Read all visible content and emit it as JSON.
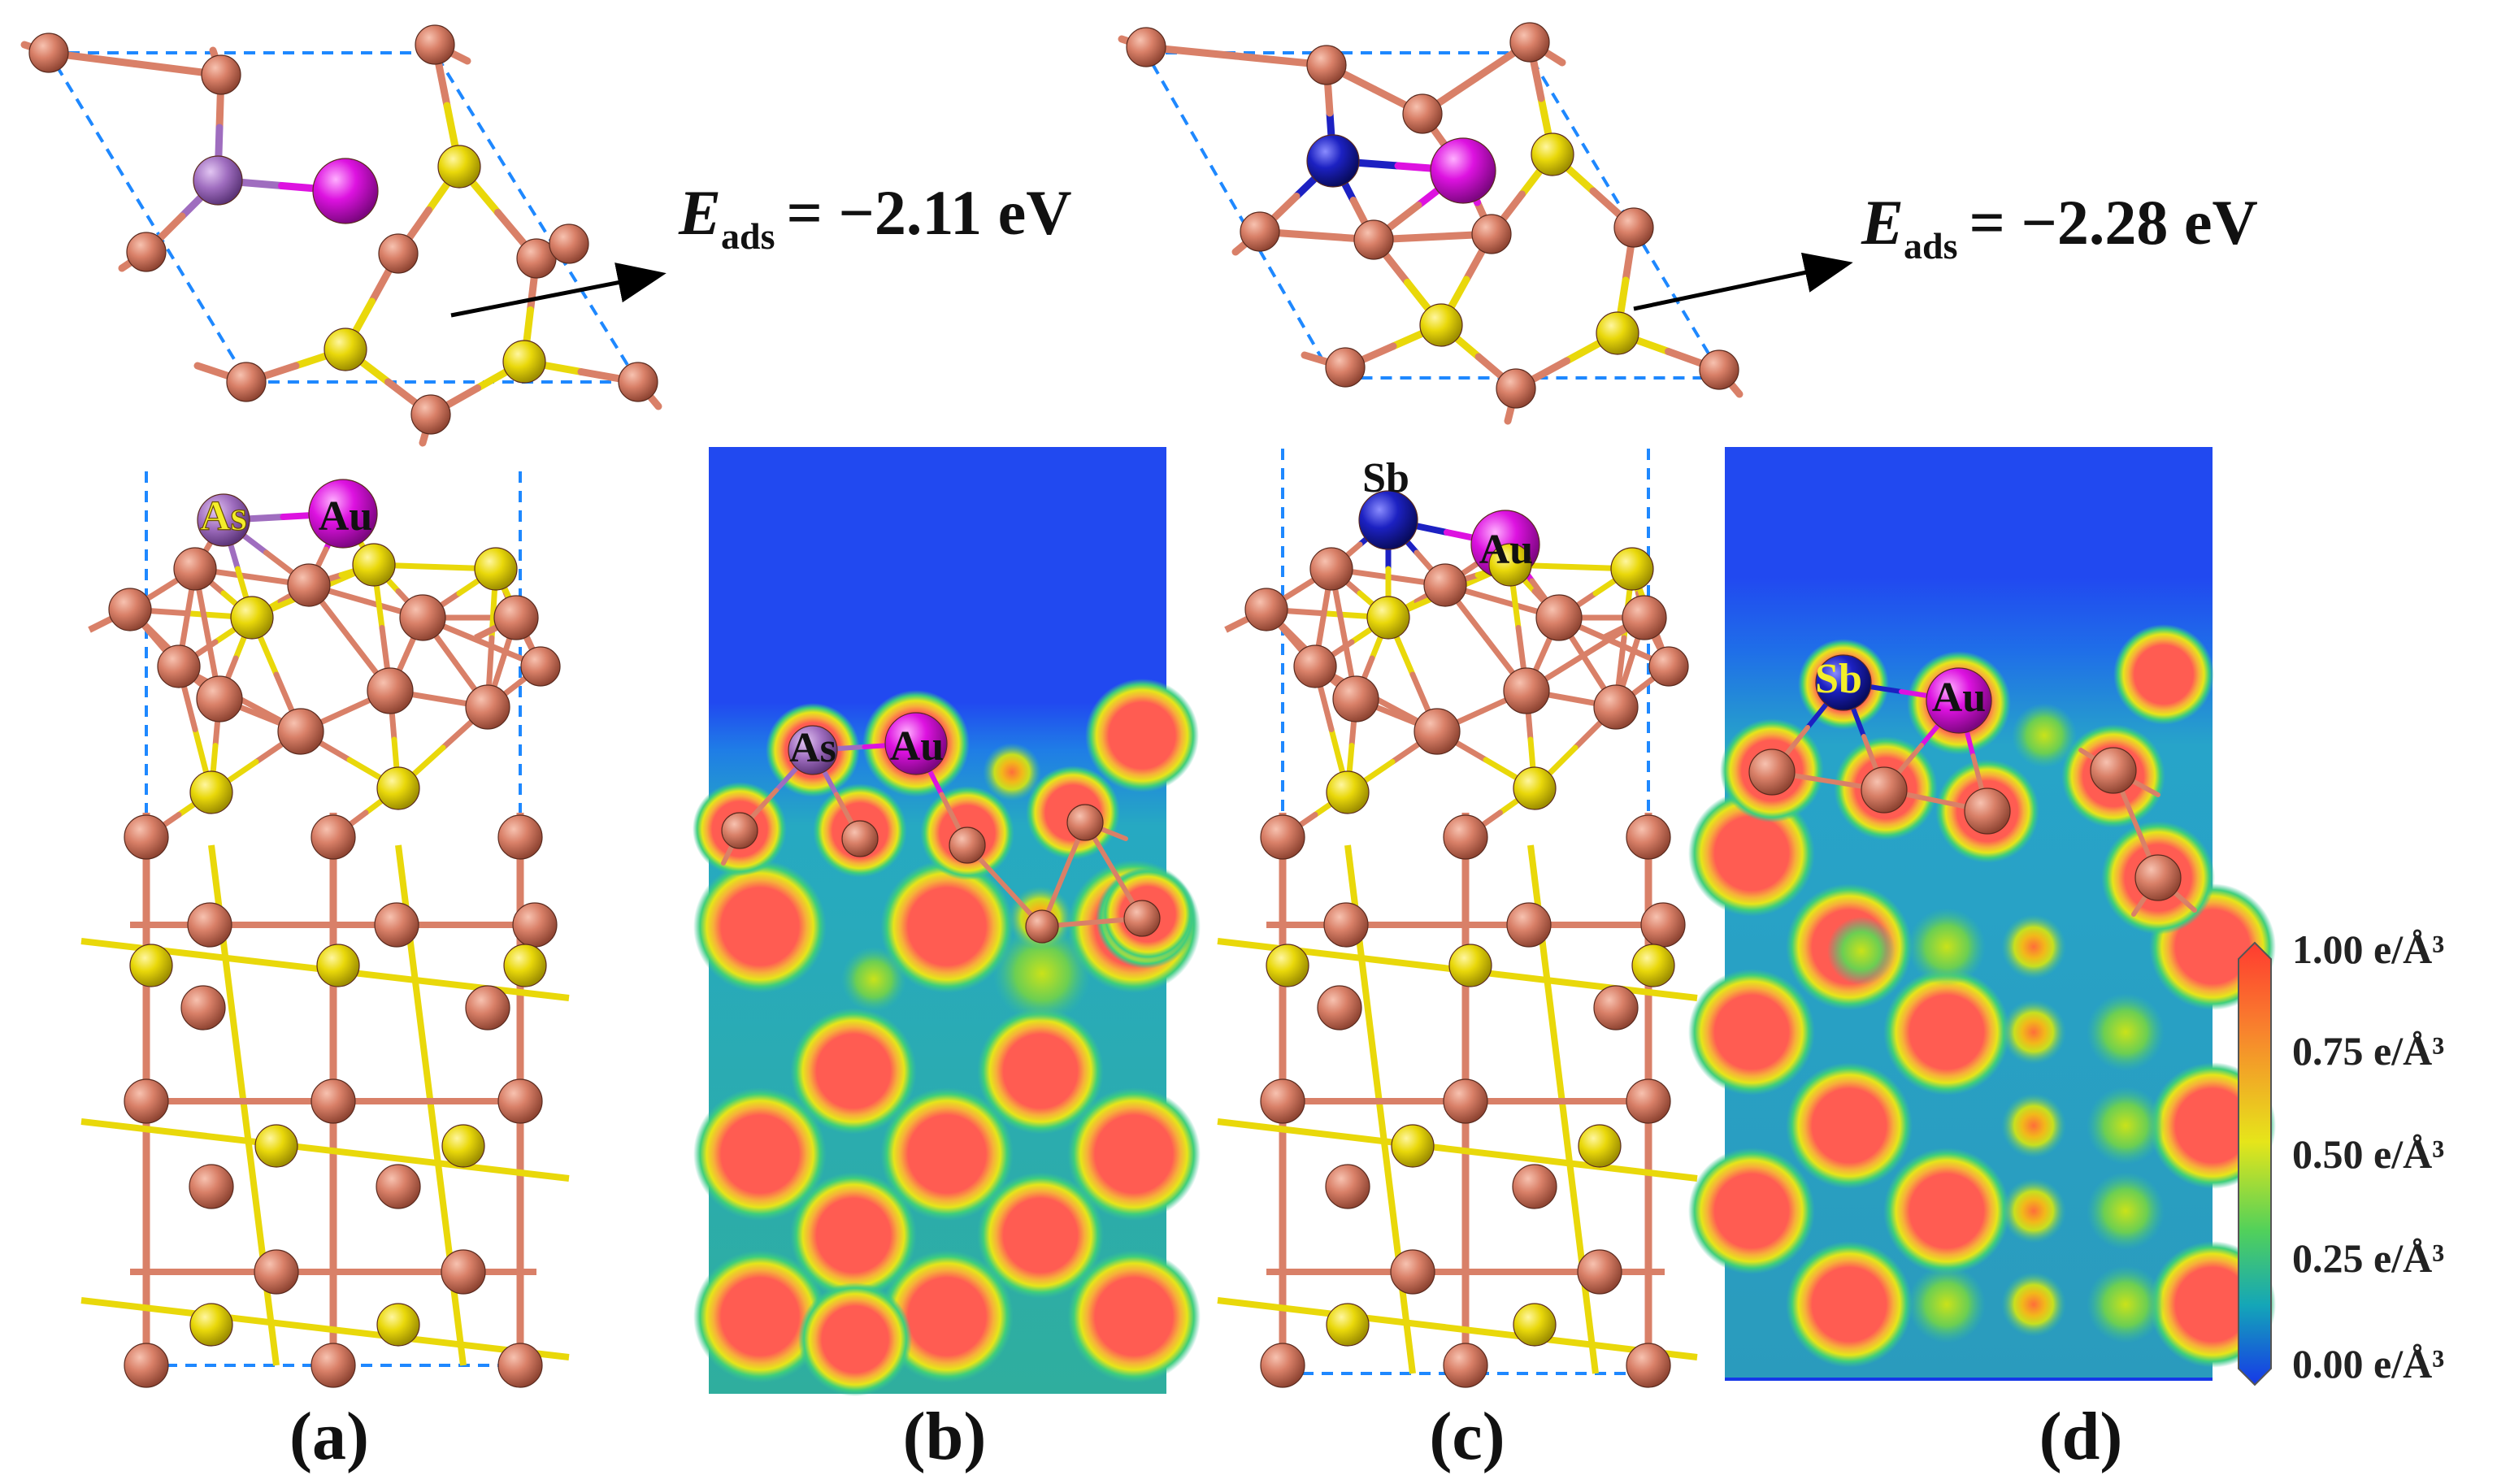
{
  "palette": {
    "cu": "#d98068",
    "cu_dark": "#a1513e",
    "s": "#e9d80a",
    "as": "#9f6dbf",
    "au": "#dd12e0",
    "sb": "#1c21c2",
    "cell": "#1e88ff",
    "map_low": "#2149f0",
    "map_mid": "#35bf9a",
    "map_yellow": "#e6e51a",
    "map_high": "#ff5c52"
  },
  "panels": {
    "a": {
      "label": "(a)"
    },
    "b": {
      "label": "(b)"
    },
    "c": {
      "label": "(c)"
    },
    "d": {
      "label": "(d)"
    }
  },
  "adsorption": {
    "left": {
      "symbol": "E",
      "subscript": "ads",
      "value": "= −2.11 eV"
    },
    "right": {
      "symbol": "E",
      "subscript": "ads",
      "value": "= −2.28 eV"
    }
  },
  "atom_labels": {
    "as": "As",
    "au": "Au",
    "sb": "Sb"
  },
  "colorbar": {
    "unit": "e/Å³",
    "ticks": [
      "1.00 e/Å³",
      "0.75 e/Å³",
      "0.50 e/Å³",
      "0.25 e/Å³",
      "0.00 e/Å³"
    ],
    "min": 0.0,
    "max": 1.0
  }
}
